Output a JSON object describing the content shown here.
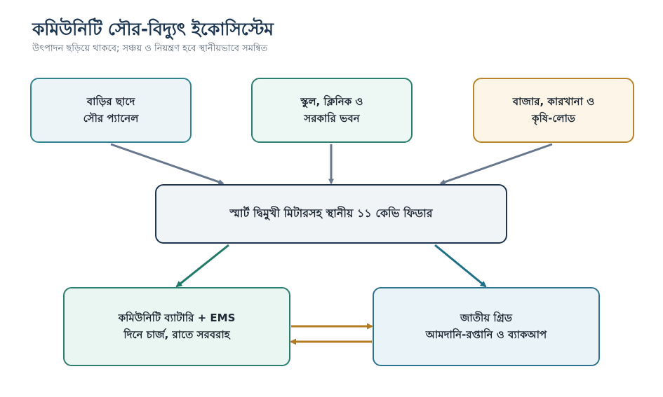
{
  "header": {
    "title": "কমিউনিটি সৌর-বিদ্যুৎ ইকোসিস্টেম",
    "subtitle": "উৎপাদন ছড়িয়ে থাকবে; সঞ্চয় ও নিয়ন্ত্রণ হবে স্থানীয়ভাবে সমন্বিত"
  },
  "nodes": {
    "home": {
      "line1": "বাড়ির ছাদে",
      "line2": "সৌর প্যানেল"
    },
    "school": {
      "line1": "স্কুল, ক্লিনিক ও",
      "line2": "সরকারি ভবন"
    },
    "market": {
      "line1": "বাজার, কারখানা ও",
      "line2": "কৃষি-লোড"
    },
    "feeder": {
      "line1": "স্মার্ট দ্বিমুখী মিটারসহ স্থানীয় ১১ কেভি ফিডার"
    },
    "battery": {
      "line1": "কমিউনিটি ব্যাটারি + EMS",
      "line2": "দিনে চার্জ, রাতে সরবরাহ"
    },
    "grid": {
      "line1": "জাতীয় গ্রিড",
      "line2": "আমদানি-রপ্তানি ও ব্যাকআপ"
    }
  },
  "colors": {
    "input_arrow": "#67778d",
    "output_arrow_left": "#1f7a6a",
    "output_arrow_right": "#1f7087",
    "exchange_arrow": "#b47c22"
  }
}
